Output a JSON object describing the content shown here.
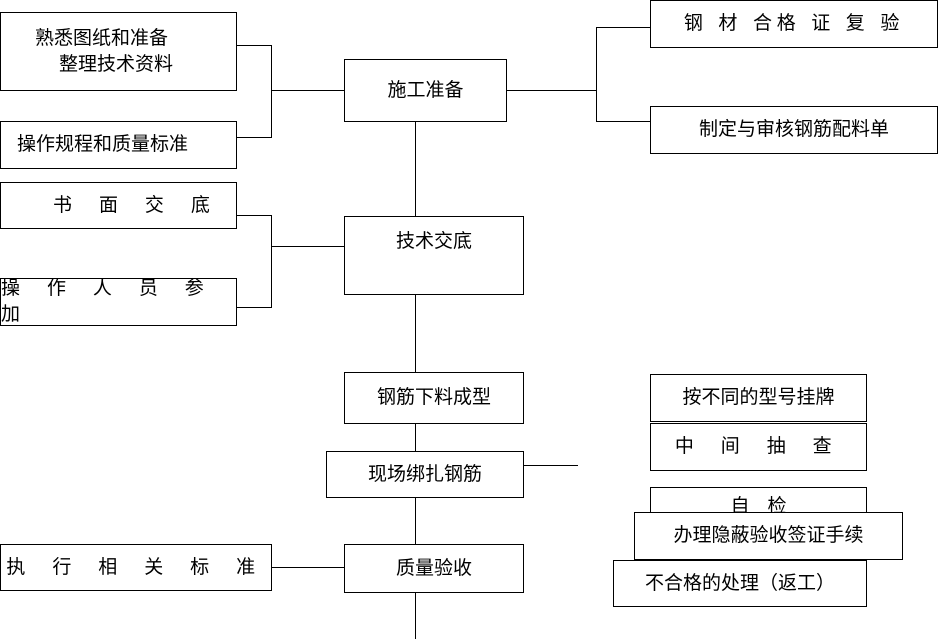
{
  "center": {
    "prep": "施工准备",
    "tech_briefing": "技术交底",
    "cutting_forming": "钢筋下料成型",
    "onsite_binding": "现场绑扎钢筋",
    "quality_acceptance": "质量验收"
  },
  "left": {
    "familiarize_line1": "熟悉图纸和准备",
    "familiarize_line2": "整理技术资料",
    "procedures_standards": "操作规程和质量标准",
    "written_briefing": "书 面 交 底",
    "operators_attend": "操 作 人 员 参 加",
    "apply_standards": "执 行 相 关 标 准"
  },
  "right": {
    "steel_cert_recheck": "钢 材 合格 证 复 验",
    "prepare_rebar_schedule": "制定与审核钢筋配料单",
    "tag_by_model": "按不同的型号挂牌",
    "midway_spot_check": "中 间 抽 查",
    "self_check": "自   检",
    "concealed_acceptance": "办理隐蔽验收签证手续",
    "nonconforming_handling": "不合格的处理（返工）"
  }
}
